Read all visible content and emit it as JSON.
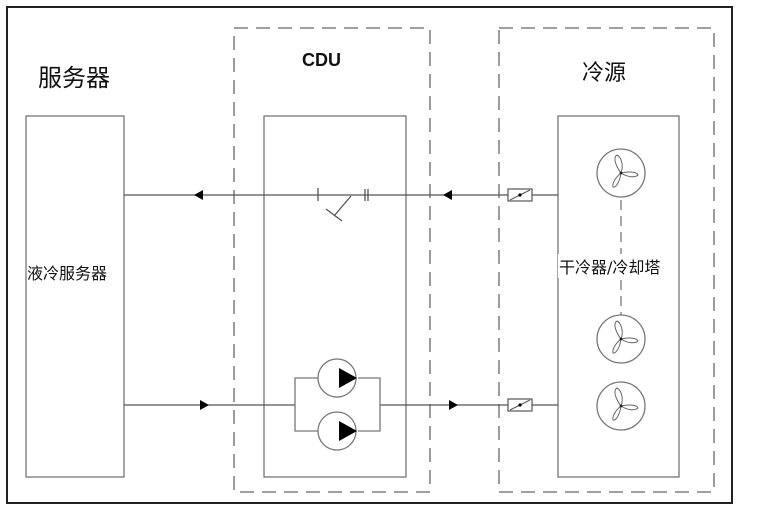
{
  "diagram": {
    "sections": {
      "server": {
        "title": "服务器",
        "box_label": "液冷服务器"
      },
      "cdu": {
        "title": "CDU"
      },
      "cold_source": {
        "title": "冷源",
        "box_label": "干冷器/冷却塔"
      }
    },
    "components": {
      "pumps": {
        "count": 2,
        "arrangement": "parallel"
      },
      "fans": {
        "count": 3
      },
      "valves": {
        "count": 2
      }
    },
    "flows": {
      "supply": "cold-source-to-server",
      "return": "server-to-cold-source"
    },
    "colors": {
      "line": "#555555",
      "frame": "#222222",
      "dash": "#666666",
      "arrow": "#000000"
    }
  }
}
